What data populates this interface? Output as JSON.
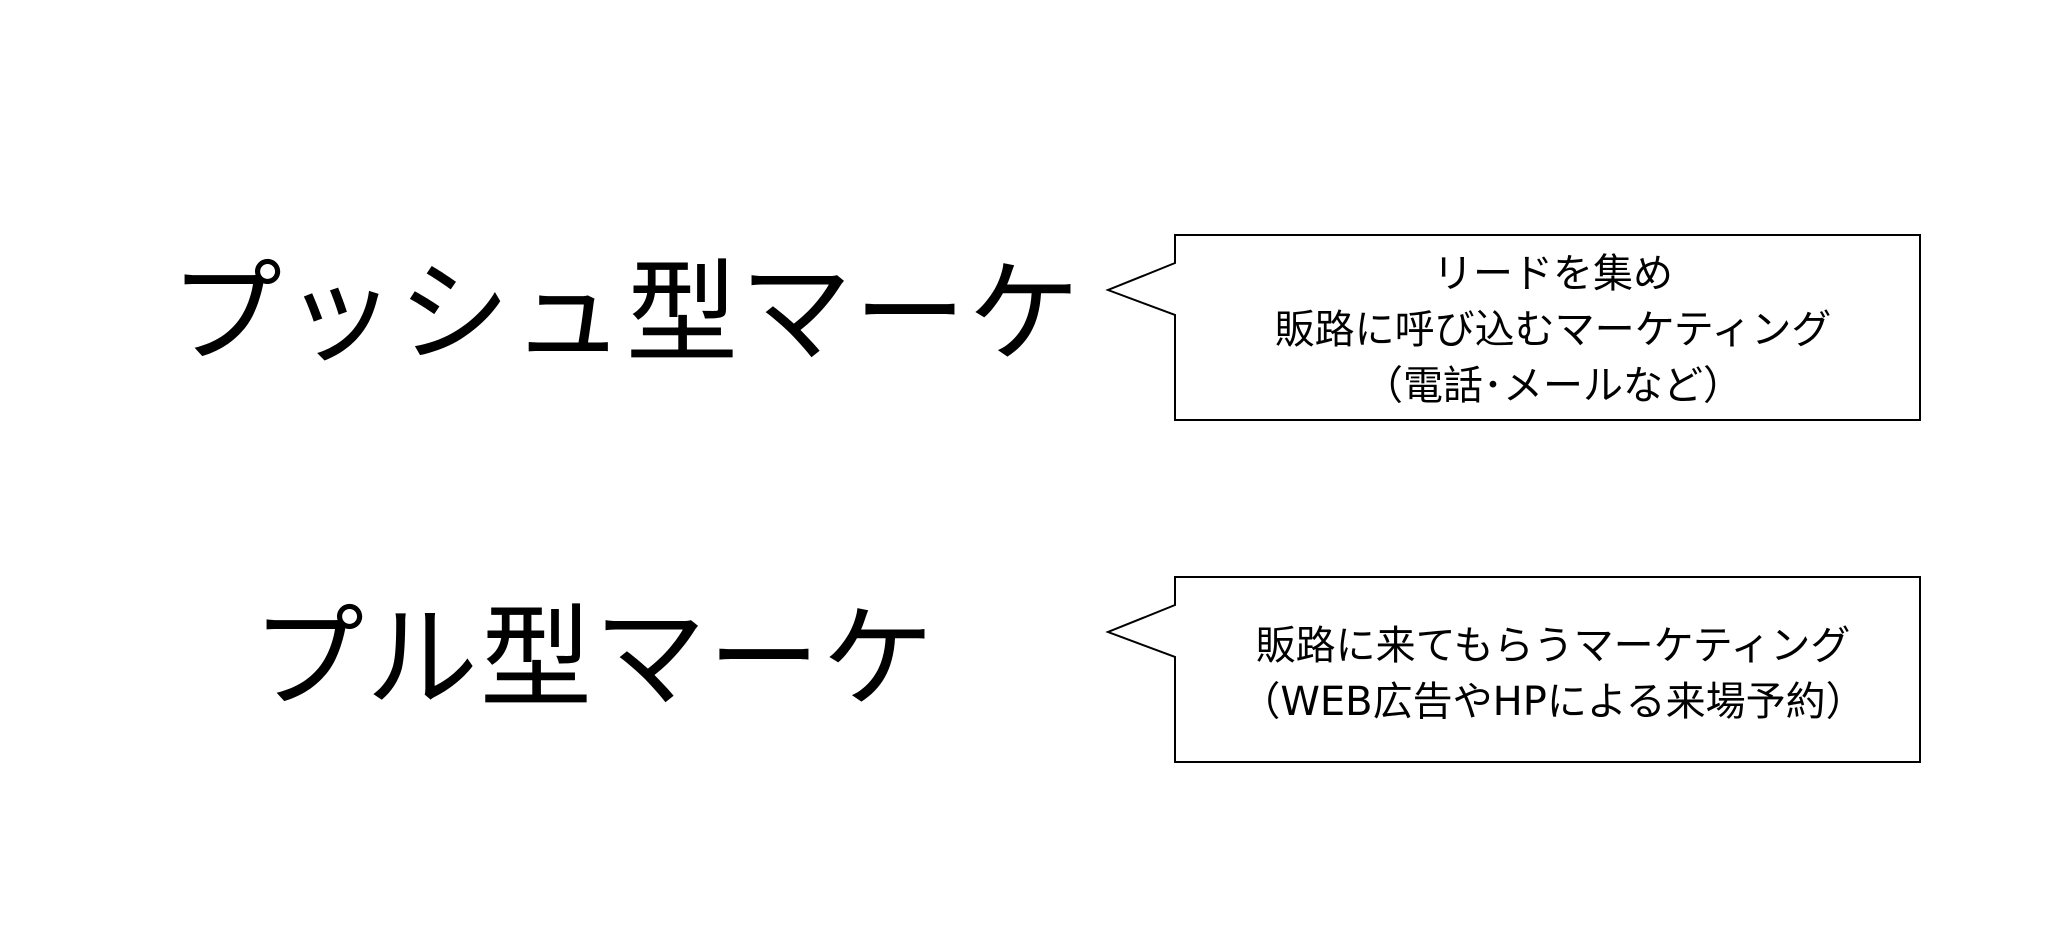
{
  "push": {
    "term": "プッシュ型マーケ",
    "description_lines": [
      "リードを集め",
      "販路に呼び込むマーケティング",
      "（電話･メールなど）"
    ]
  },
  "pull": {
    "term": "プル型マーケ",
    "description_lines": [
      "販路に来てもらうマーケティング",
      "（WEB広告やHPによる来場予約）"
    ]
  },
  "colors": {
    "text": "#000000",
    "callout_border": "#000000",
    "callout_fill": "#ffffff",
    "background": "#ffffff"
  }
}
